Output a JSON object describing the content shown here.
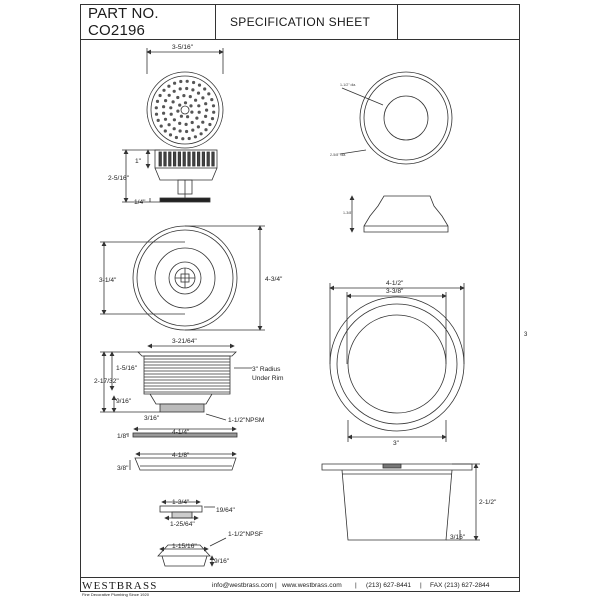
{
  "header": {
    "part_no": "PART NO. CO2196",
    "title": "SPECIFICATION SHEET"
  },
  "left_dimensions": {
    "strainer_diameter": "3-5/16\"",
    "basket_height_top": "1\"",
    "basket_height_total": "2-5/16\"",
    "basket_base": "1/4\"",
    "flange_inner": "3-1/4\"",
    "flange_outer": "4-3/4\"",
    "body_top": "3-21/64\"",
    "body_upper": "1-5/16\"",
    "body_total": "2-17/32\"",
    "radius_note_1": "3\" Radius",
    "radius_note_2": "Under Rim",
    "body_lower": "9/16\"",
    "body_tail": "3/16\"",
    "thread_body": "1-1/2\"NPSM",
    "gasket_width": "4-1/4\"",
    "gasket_thickness": "1/8\"",
    "washer_width": "4-1/8\"",
    "washer_thickness": "3/8\"",
    "nut_width": "1-3/4\"",
    "nut_height": "19/64\"",
    "nut_inner": "1-25/64\"",
    "thread_tail": "1-1/2\"NPSF",
    "tail_width": "1-15/16\"",
    "tail_height": "9/16\""
  },
  "right_dimensions": {
    "small_inner_label": "1-1/2\" dia.",
    "small_outer_label": "2-5/8\" dia.",
    "small_height": "1-3/8\"",
    "large_outer": "4-1/2\"",
    "large_mid": "3-3/8\"",
    "large_inner": "3\"",
    "large_height": "2-1/2\"",
    "large_base": "3/16\""
  },
  "page_number": "3",
  "footer": {
    "logo": "WESTBRASS",
    "tagline": "Fine Decorative Plumbing Since 1920",
    "email": "info@westbrass.com",
    "website": "www.westbrass.com",
    "phone": "(213) 627-8441",
    "fax": "FAX (213) 627-2844"
  }
}
